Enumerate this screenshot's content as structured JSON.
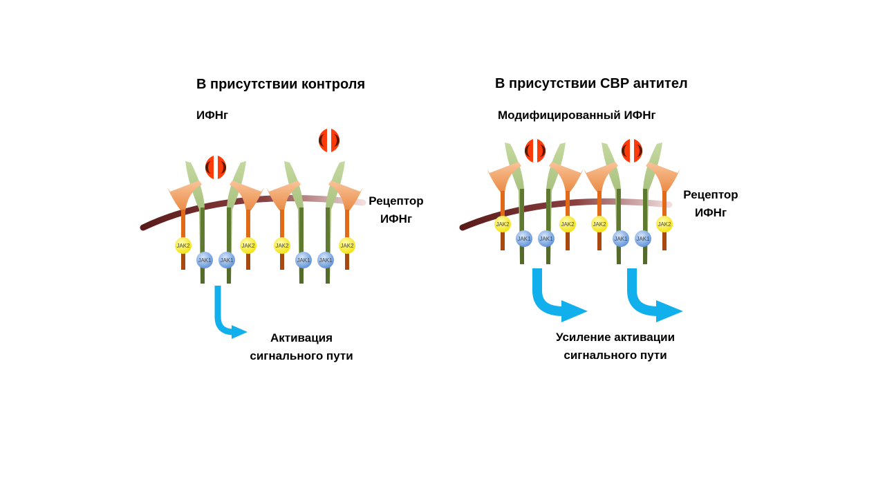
{
  "left": {
    "title": "В присутствии контроля",
    "ligand_label": "ИФНг",
    "receptor_label": [
      "Рецептор",
      "ИФНг"
    ],
    "outcome_label": [
      "Активация",
      "сигнального  пути"
    ]
  },
  "right": {
    "title": "В присутствии СВР антител",
    "ligand_label": "Модифицированный  ИФНг",
    "receptor_label": [
      "Рецептор",
      "ИФНг"
    ],
    "outcome_label": [
      "Усиление активации",
      "сигнального  пути"
    ]
  },
  "kinases": {
    "jak1": "JAK1",
    "jak2": "JAK2"
  },
  "colors": {
    "ligand": "#ff3b0a",
    "ligand_core": "#5a1a00",
    "green_chain": "#6b8a3a",
    "green_light": "#b9d08f",
    "orange_chain": "#e0752a",
    "orange_light": "#f6b07a",
    "membrane": "#5a1a1a",
    "membrane_faded": "#e8c9c9",
    "jak1": "#6d9fe0",
    "jak2": "#f5ea1a",
    "arrow": "#11b0ec"
  }
}
